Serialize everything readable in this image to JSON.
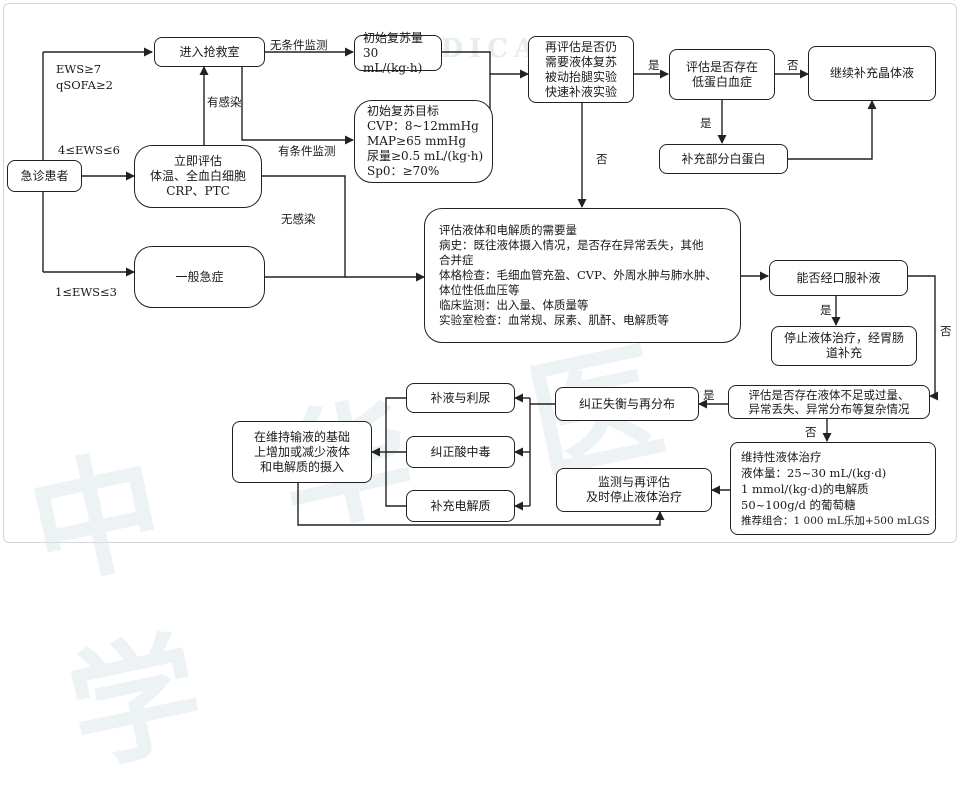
{
  "boxes": {
    "ed_patient": "急诊患者",
    "rescue_room": "进入抢救室",
    "immediate_eval": [
      "立即评估",
      "体温、全血白细胞",
      "CRP、PTC"
    ],
    "general_emergency": "一般急症",
    "initial_volume": [
      "初始复苏量",
      "30 mL/(kg·h)"
    ],
    "initial_target": [
      "初始复苏目标",
      "CVP：8~12mmHg",
      "MAP≥65 mmHg",
      "尿量≥0.5 mL/(kg·h)",
      "Sp0：≥70%"
    ],
    "reassess": [
      "再评估是否仍",
      "需要液体复苏",
      "被动抬腿实验",
      "快速补液实验"
    ],
    "hypoalbumin": [
      "评估是否存在",
      "低蛋白血症"
    ],
    "continue_crystal": "继续补充晶体液",
    "supplement_albumin": "补充部分白蛋白",
    "fluid_needs": [
      "评估液体和电解质的需要量",
      "病史：既往液体摄入情况，是否存在异常丢失，其他",
      "合并症",
      "体格检查：毛细血管充盈、CVP、外周水肿与肺水肿、",
      "体位性低血压等",
      "临床监测：出入量、体质量等",
      "实验室检查：血常规、尿素、肌酐、电解质等"
    ],
    "oral_fluid": "能否经口服补液",
    "stop_iv": [
      "停止液体治疗，经胃肠",
      "道补充"
    ],
    "assess_complex": [
      "评估是否存在液体不足或过量、",
      "异常丢失、异常分布等复杂情况"
    ],
    "correct_imbalance": "纠正失衡与再分布",
    "rehydrate_diuresis": "补液与利尿",
    "correct_acidosis": "纠正酸中毒",
    "electrolytes": "补充电解质",
    "adjust_intake": [
      "在维持输液的基础",
      "上增加或减少液体",
      "和电解质的摄入"
    ],
    "monitor_reassess": [
      "监测与再评估",
      "及时停止液体治疗"
    ],
    "maintenance": [
      "维持性液体治疗",
      "液体量：25~30 mL/(kg·d)",
      "1 mmol/(kg·d)的电解质",
      "50~100g/d 的葡萄糖",
      "推荐组合：1 000 mL乐加+500 mLGS"
    ]
  },
  "labels": {
    "ews_high_1": "EWS≥7",
    "ews_high_2": "qSOFA≥2",
    "ews_mid": "4≤EWS≤6",
    "ews_low": "1≤EWS≤3",
    "unconditional_monitor": "无条件监测",
    "has_infection": "有感染",
    "conditional_monitor": "有条件监测",
    "no_infection": "无感染",
    "yes_1": "是",
    "no_1": "否",
    "yes_2": "是",
    "no_2": "否",
    "yes_3": "是",
    "no_3": "否",
    "yes_4": "是",
    "no_4": "否"
  },
  "watermark": {
    "text": "中 华 医 学",
    "arc": "MEDICAL"
  }
}
